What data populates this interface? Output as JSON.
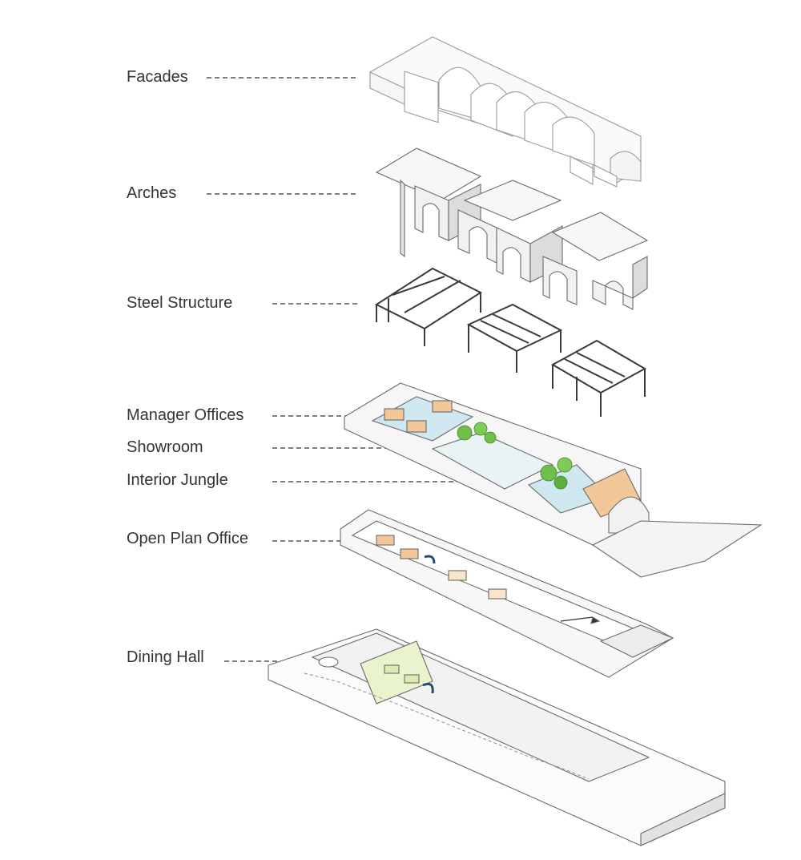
{
  "diagram": {
    "layers": [
      {
        "id": "facades",
        "label": "Facades"
      },
      {
        "id": "arches",
        "label": "Arches"
      },
      {
        "id": "steel-structure",
        "label": "Steel Structure"
      },
      {
        "id": "manager-offices",
        "label": "Manager Offices"
      },
      {
        "id": "showroom",
        "label": "Showroom"
      },
      {
        "id": "interior-jungle",
        "label": "Interior Jungle"
      },
      {
        "id": "open-plan-office",
        "label": "Open Plan Office"
      },
      {
        "id": "dining-hall",
        "label": "Dining Hall"
      }
    ],
    "colors": {
      "label_text": "#333333",
      "leader_line": "#555555",
      "outline": "#6b6b6b",
      "surface": "#f4f4f4",
      "steel": "#3a3a3a",
      "timber": "#f2c79a",
      "glass": "#cfe7ee",
      "foliage": "#6fbf4a"
    }
  }
}
